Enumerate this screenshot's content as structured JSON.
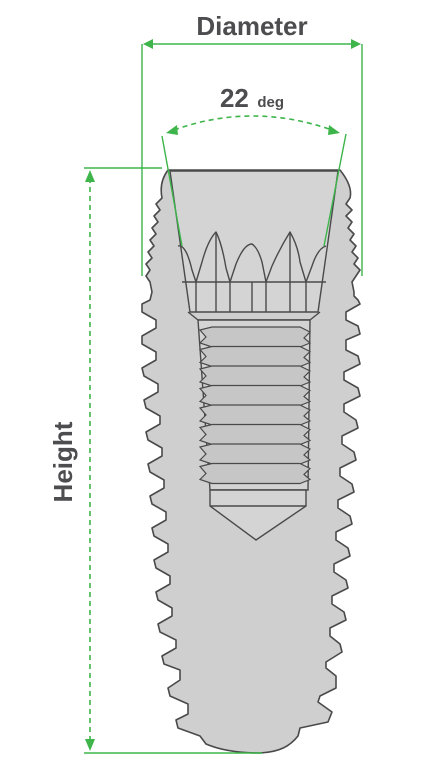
{
  "labels": {
    "diameter": "Diameter",
    "angle_value": "22",
    "angle_unit": "deg",
    "height": "Height"
  },
  "colors": {
    "dimension_lines": "#3db54a",
    "text": "#4d4d4f",
    "implant_fill": "#cfcfcf",
    "implant_outline": "#4a4a4a"
  }
}
